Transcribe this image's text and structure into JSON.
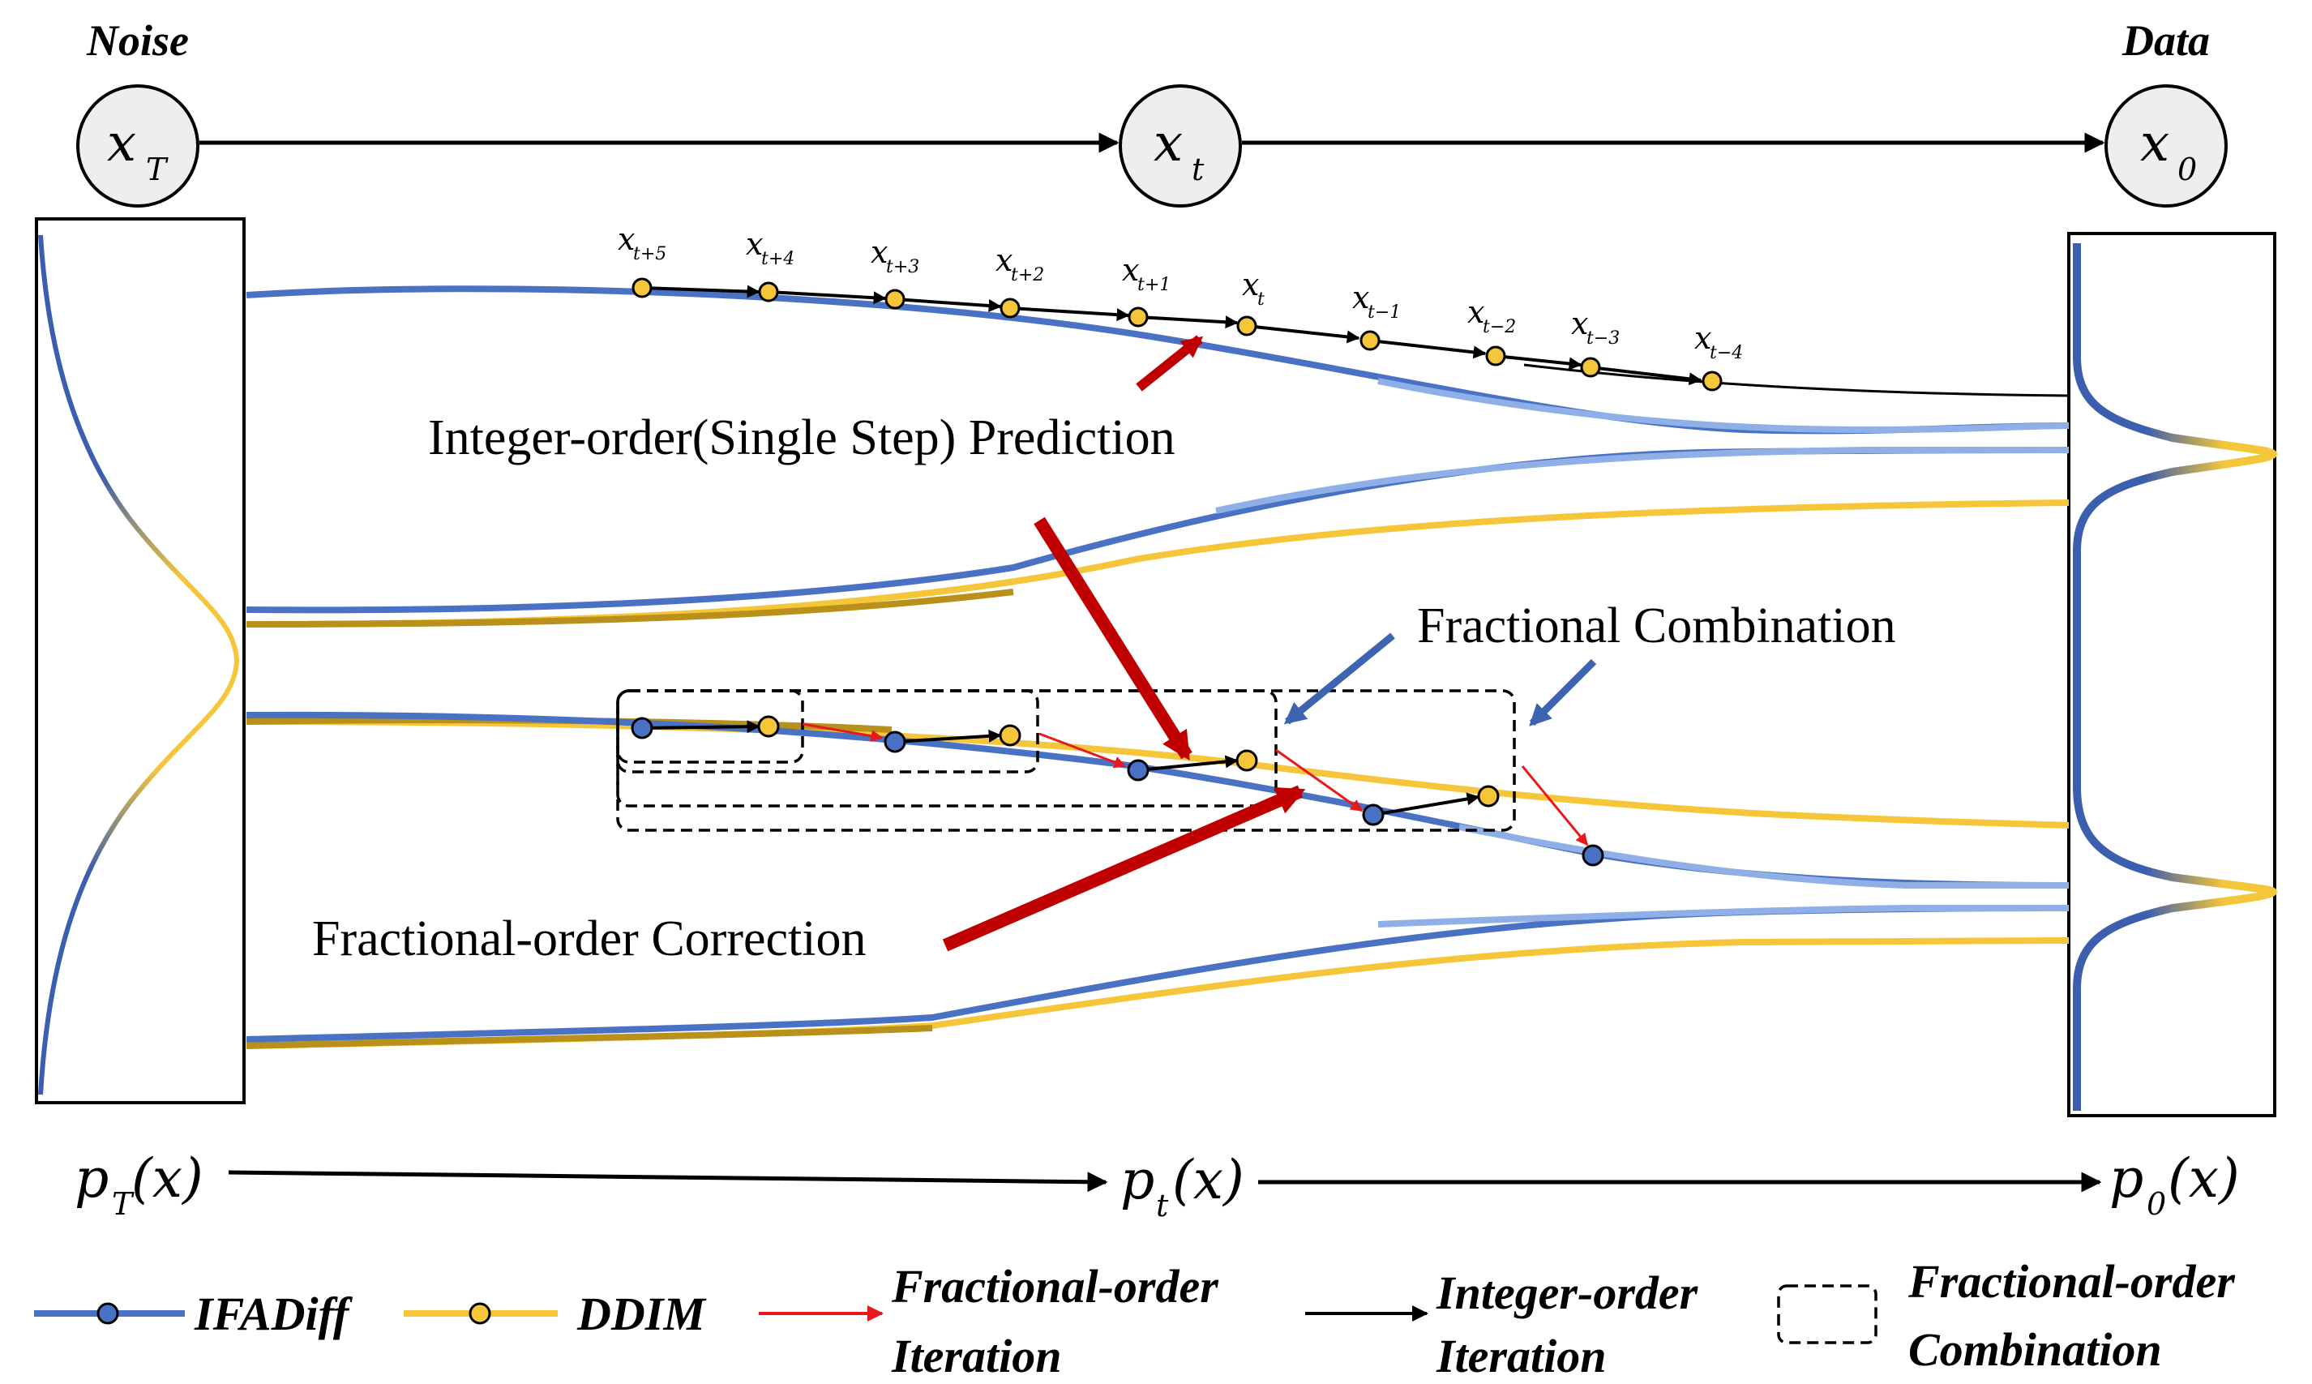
{
  "header": {
    "noise_label": "Noise",
    "data_label": "Data",
    "node_left_var": "x",
    "node_left_sub": "T",
    "node_mid_var": "x",
    "node_mid_sub": "t",
    "node_right_var": "x",
    "node_right_sub": "0"
  },
  "step_labels": [
    "t+5",
    "t+4",
    "t+3",
    "t+2",
    "t+1",
    "t",
    "t−1",
    "t−2",
    "t−3",
    "t−4"
  ],
  "annotations": {
    "integer_prediction": "Integer-order(Single Step) Prediction",
    "fractional_combination": "Fractional Combination",
    "fractional_correction": "Fractional-order Correction"
  },
  "distributions": {
    "left_var": "p",
    "left_sub": "T",
    "left_arg": "(x)",
    "mid_var": "p",
    "mid_sub": "t",
    "mid_arg": "(x)",
    "right_var": "p",
    "right_sub": "0",
    "right_arg": "(x)"
  },
  "legend": {
    "ifadiff": "IFADiff",
    "ddim": "DDIM",
    "fractional_iteration_line1": "Fractional-order",
    "fractional_iteration_line2": "Iteration",
    "integer_iteration_line1": "Integer-order",
    "integer_iteration_line2": "Iteration",
    "fractional_combination_line1": "Fractional-order",
    "fractional_combination_line2": "Combination"
  },
  "colors": {
    "ifadiff_blue": "#4a72c4",
    "ifadiff_light": "#7fa3e0",
    "ddim_gold": "#f5c53a",
    "ddim_dark": "#b8901a",
    "fractional_red": "#e8191a",
    "annotation_darkred": "#c00000",
    "annotation_blue": "#3d64b0",
    "node_fill": "#eeeeee"
  }
}
